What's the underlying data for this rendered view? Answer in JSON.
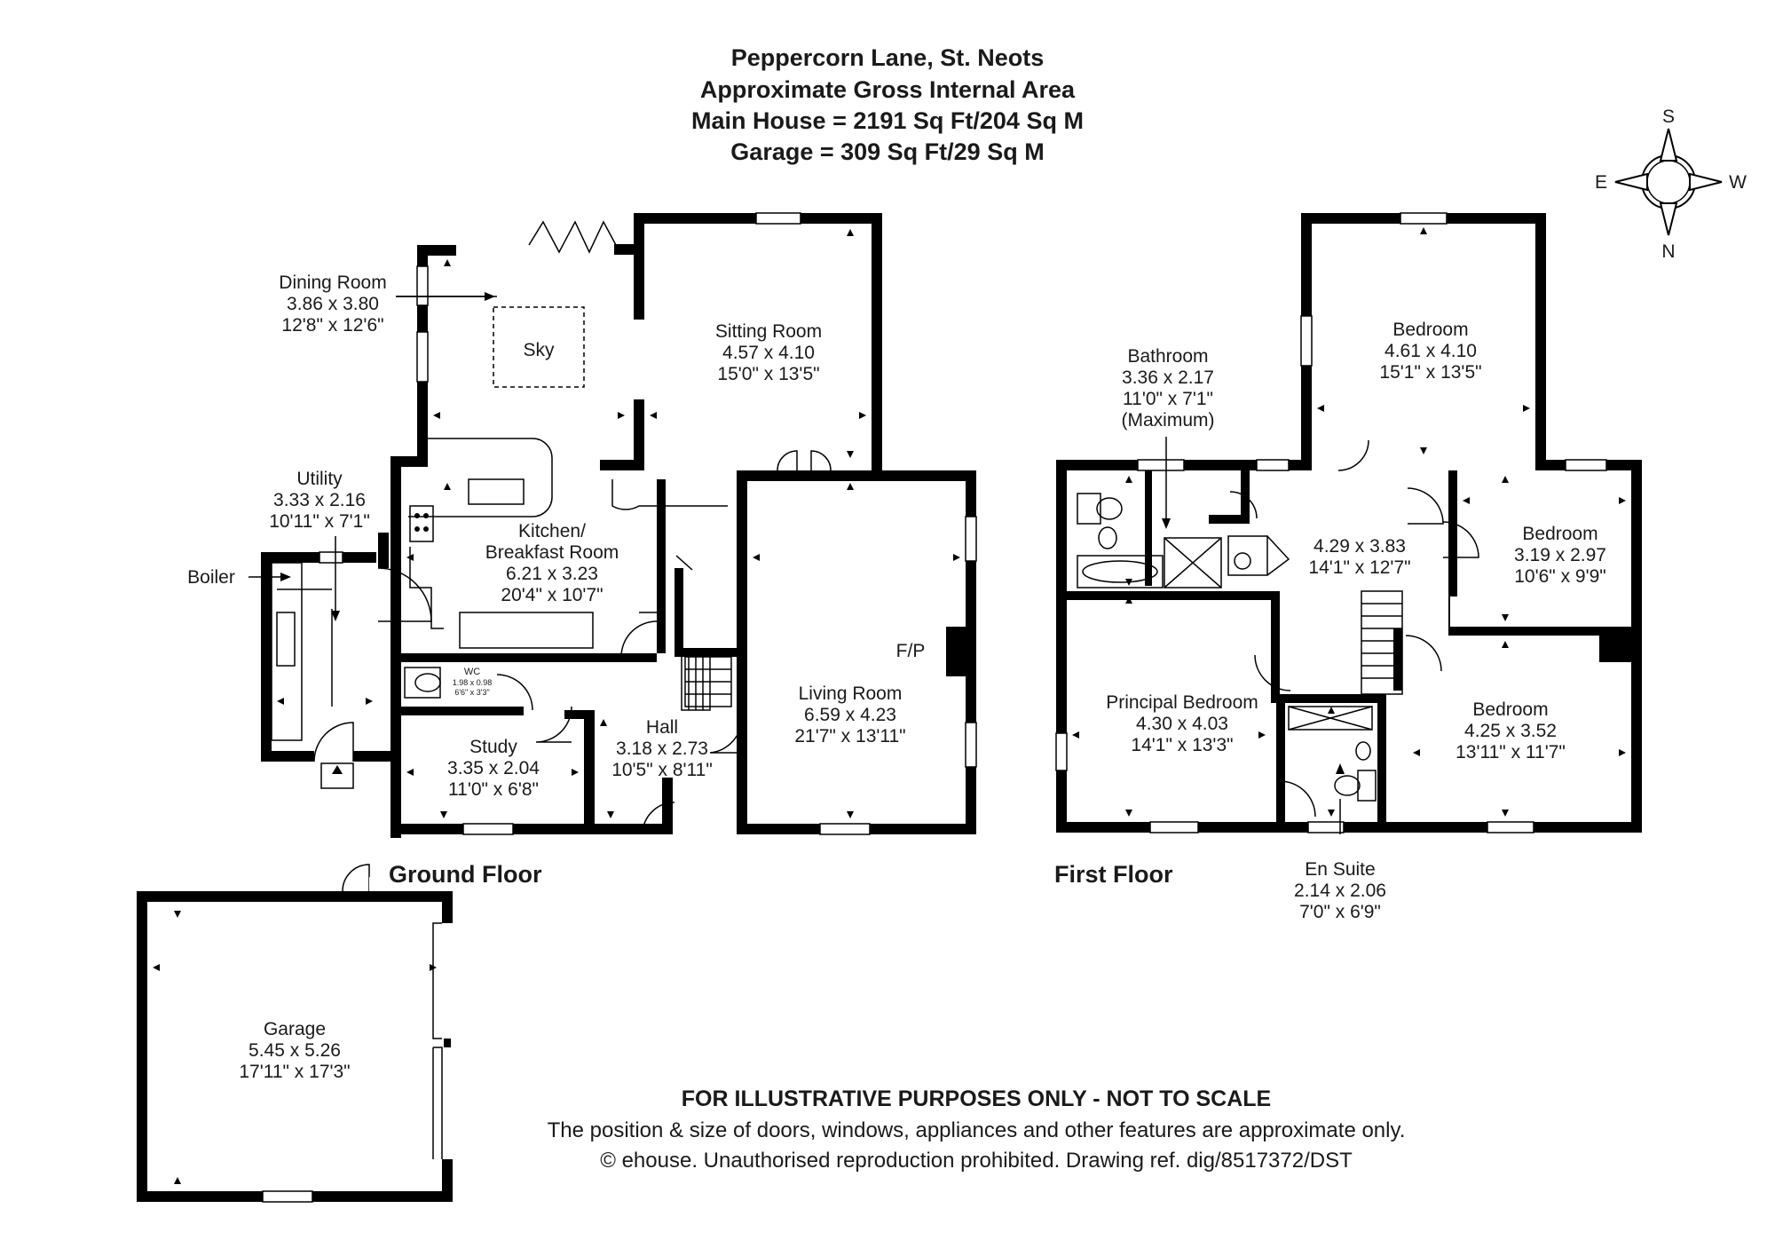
{
  "header": {
    "address": "Peppercorn Lane, St. Neots",
    "subtitle": "Approximate Gross Internal Area",
    "main_house": "Main House = 2191 Sq Ft/204 Sq M",
    "garage": "Garage = 309 Sq Ft/29 Sq M"
  },
  "compass": {
    "s": "S",
    "e": "E",
    "w": "W",
    "n": "N"
  },
  "floors": {
    "ground": "Ground Floor",
    "first": "First Floor"
  },
  "ground_rooms": {
    "dining": [
      "Dining Room",
      "3.86 x 3.80",
      "12'8\" x 12'6\""
    ],
    "sitting": [
      "Sitting Room",
      "4.57 x 4.10",
      "15'0\" x 13'5\""
    ],
    "sky": "Sky",
    "utility": [
      "Utility",
      "3.33 x 2.16",
      "10'11\" x 7'1\""
    ],
    "boiler": "Boiler",
    "kitchen": [
      "Kitchen/",
      "Breakfast Room",
      "6.21 x 3.23",
      "20'4\" x 10'7\""
    ],
    "wc": [
      "WC",
      "1.98 x 0.98",
      "6'6\" x 3'3\""
    ],
    "study": [
      "Study",
      "3.35 x 2.04",
      "11'0\" x 6'8\""
    ],
    "hall": [
      "Hall",
      "3.18 x 2.73",
      "10'5\" x 8'11\""
    ],
    "living": [
      "Living Room",
      "6.59 x 4.23",
      "21'7\" x 13'11\""
    ],
    "fp": "F/P",
    "garage": [
      "Garage",
      "5.45 x 5.26",
      "17'11\" x 17'3\""
    ]
  },
  "first_rooms": {
    "bathroom": [
      "Bathroom",
      "3.36 x 2.17",
      "11'0\" x 7'1\"",
      "(Maximum)"
    ],
    "bedroom_top": [
      "Bedroom",
      "4.61 x 4.10",
      "15'1\" x 13'5\""
    ],
    "landing": [
      "4.29 x 3.83",
      "14'1\" x 12'7\""
    ],
    "bedroom_right": [
      "Bedroom",
      "3.19 x 2.97",
      "10'6\" x 9'9\""
    ],
    "principal": [
      "Principal Bedroom",
      "4.30 x 4.03",
      "14'1\" x 13'3\""
    ],
    "bedroom_br": [
      "Bedroom",
      "4.25 x 3.52",
      "13'11\" x 11'7\""
    ],
    "ensuite": [
      "En Suite",
      "2.14 x 2.06",
      "7'0\" x 6'9\""
    ]
  },
  "footer": {
    "disclaimer": "FOR ILLUSTRATIVE PURPOSES ONLY - NOT TO SCALE",
    "note": "The position & size of doors, windows, appliances and other features are approximate only.",
    "copyright": "© ehouse. Unauthorised reproduction prohibited. Drawing ref. dig/8517372/DST"
  }
}
